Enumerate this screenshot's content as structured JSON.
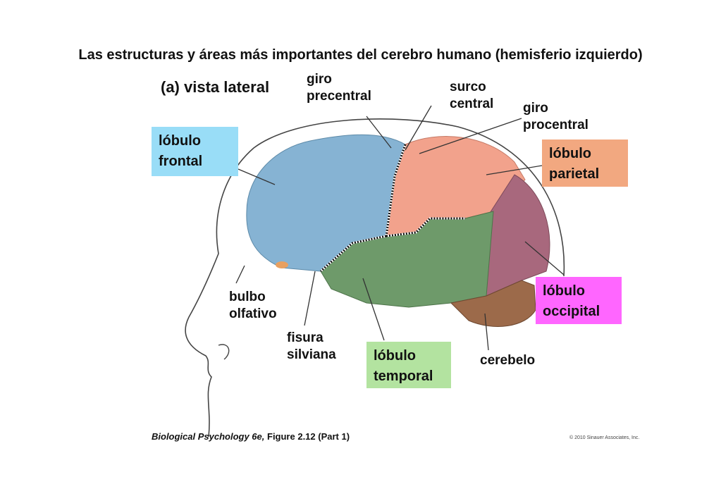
{
  "title": "Las estructuras y áreas más importantes del cerebro humano (hemisferio izquierdo)",
  "subtitle": "(a) vista lateral",
  "labels": {
    "giro_precentral": [
      "giro",
      "precentral"
    ],
    "surco_central": [
      "surco",
      "central"
    ],
    "giro_procentral": [
      "giro",
      "procentral"
    ],
    "bulbo_olfativo": [
      "bulbo",
      "olfativo"
    ],
    "fisura_silviana": [
      "fisura",
      "silviana"
    ],
    "cerebelo": "cerebelo"
  },
  "boxes": {
    "frontal": {
      "line1": "lóbulo",
      "line2": "frontal",
      "color": "#99DDF7"
    },
    "parietal": {
      "line1": "lóbulo",
      "line2": "parietal",
      "color": "#F2A880"
    },
    "occipital": {
      "line1": "lóbulo",
      "line2": "occipital",
      "color": "#FF66FF"
    },
    "temporal": {
      "line1": "lóbulo",
      "line2": "temporal",
      "color": "#B3E3A0"
    }
  },
  "footer": {
    "source_title": "Biological Psychology 6e,",
    "source_rest": " Figure 2.12 (Part 1)",
    "copyright": "© 2010 Sinauer Associates, Inc."
  }
}
